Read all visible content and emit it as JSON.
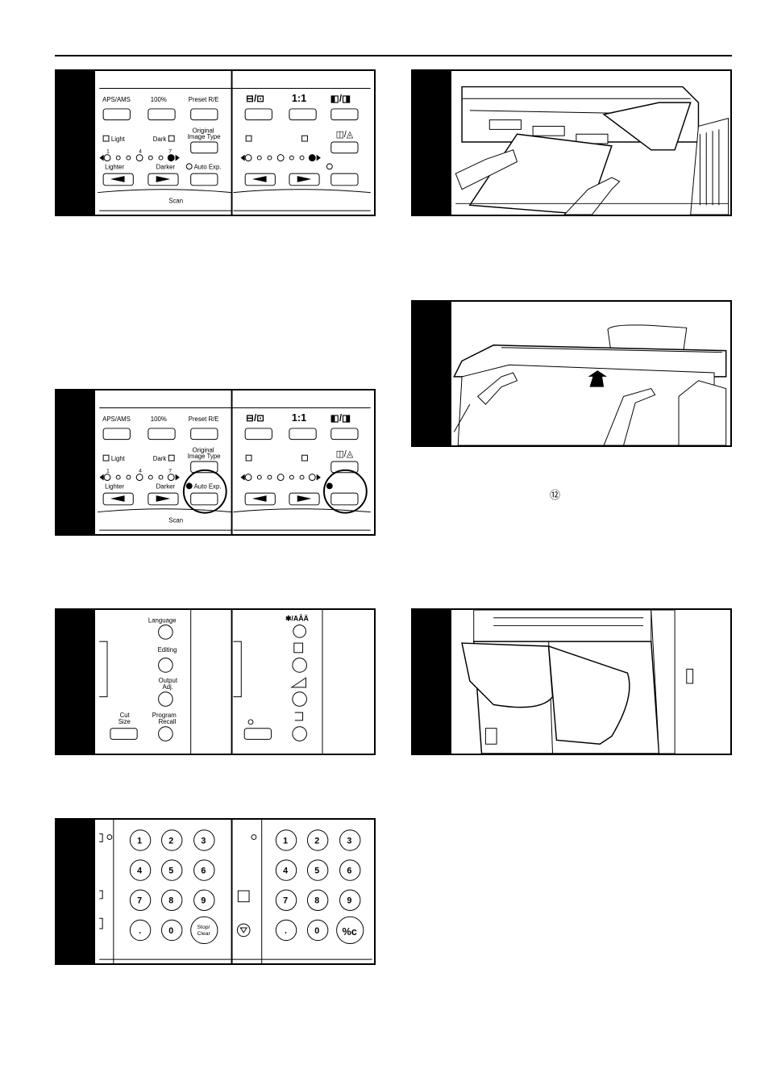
{
  "panel_a": {
    "aps_ams": "APS/AMS",
    "pct100": "100%",
    "preset_re": "Preset R/E",
    "light": "Light",
    "dark": "Dark",
    "original": "Original",
    "image_type": "Image Type",
    "scale_1": "1",
    "scale_4": "4",
    "scale_7": "7",
    "lighter": "Lighter",
    "darker": "Darker",
    "auto_exp": "Auto Exp.",
    "scan": "Scan",
    "one_to_one": "1:1"
  },
  "panel_c": {
    "language": "Language",
    "editing": "Editing",
    "output": "Output",
    "adj": "Adj.",
    "cut": "Cut",
    "size": "Size",
    "program": "Program",
    "recall": "Recall",
    "aaa": "✱/AÂÄ"
  },
  "keypad": {
    "keys": [
      "1",
      "2",
      "3",
      "4",
      "5",
      "6",
      "7",
      "8",
      "9",
      ".",
      "0"
    ],
    "stop": "Stop/",
    "clear": "Clear",
    "clear_icon": "%c"
  },
  "note": "⑫"
}
